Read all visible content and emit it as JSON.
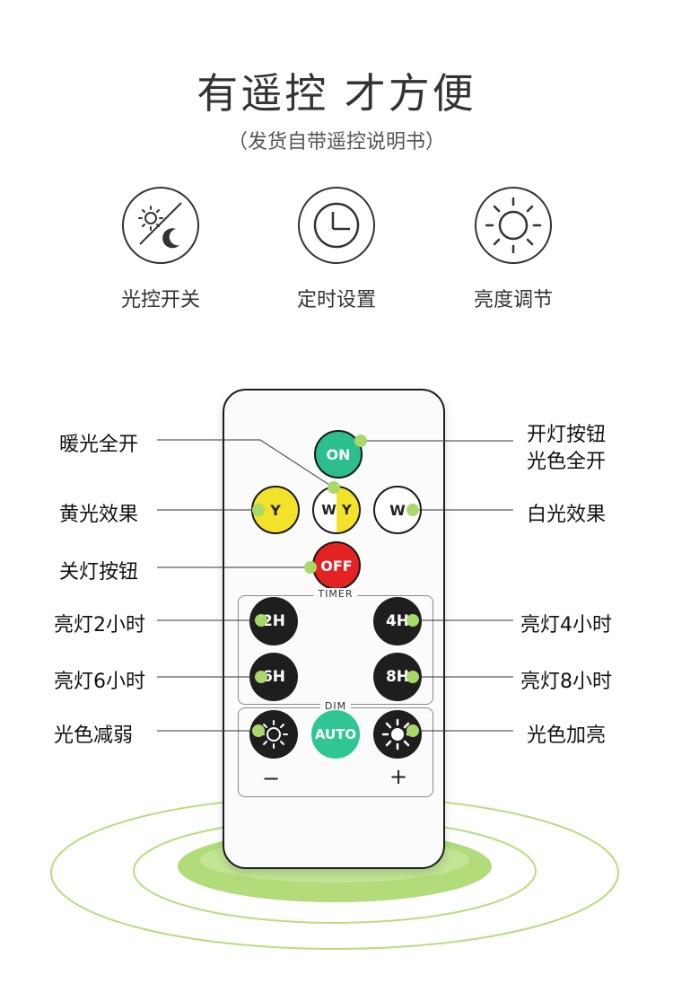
{
  "header": {
    "title": "有遥控  才方便",
    "subtitle": "（发货自带遥控说明书）"
  },
  "features": [
    {
      "label": "光控开关",
      "icon": "light-control-icon"
    },
    {
      "label": "定时设置",
      "icon": "clock-icon"
    },
    {
      "label": "亮度调节",
      "icon": "sun-brightness-icon"
    }
  ],
  "callouts": {
    "left": [
      "暖光全开",
      "黄光效果",
      "关灯按钮",
      "亮灯2小时",
      "亮灯6小时",
      "光色减弱"
    ],
    "right_on_line1": "开灯按钮",
    "right_on_line2": "光色全开",
    "right": [
      "白光效果",
      "亮灯4小时",
      "亮灯8小时",
      "光色加亮"
    ]
  },
  "remote": {
    "on": "ON",
    "y": "Y",
    "wy_w": "W",
    "wy_y": "Y",
    "w": "W",
    "off": "OFF",
    "timer_label": "TIMER",
    "h2": "2H",
    "h4": "4H",
    "h6": "6H",
    "h8": "8H",
    "dim_label": "DIM",
    "auto": "AUTO",
    "minus": "−",
    "plus": "+"
  },
  "colors": {
    "on_button": "#2bbf8e",
    "yellow_button": "#f3e22a",
    "off_button": "#e52222",
    "auto_button": "#2fc694",
    "timer_button": "#1e1e1e",
    "callout_dot": "#a8d86a",
    "ring": "#a5d95a"
  }
}
